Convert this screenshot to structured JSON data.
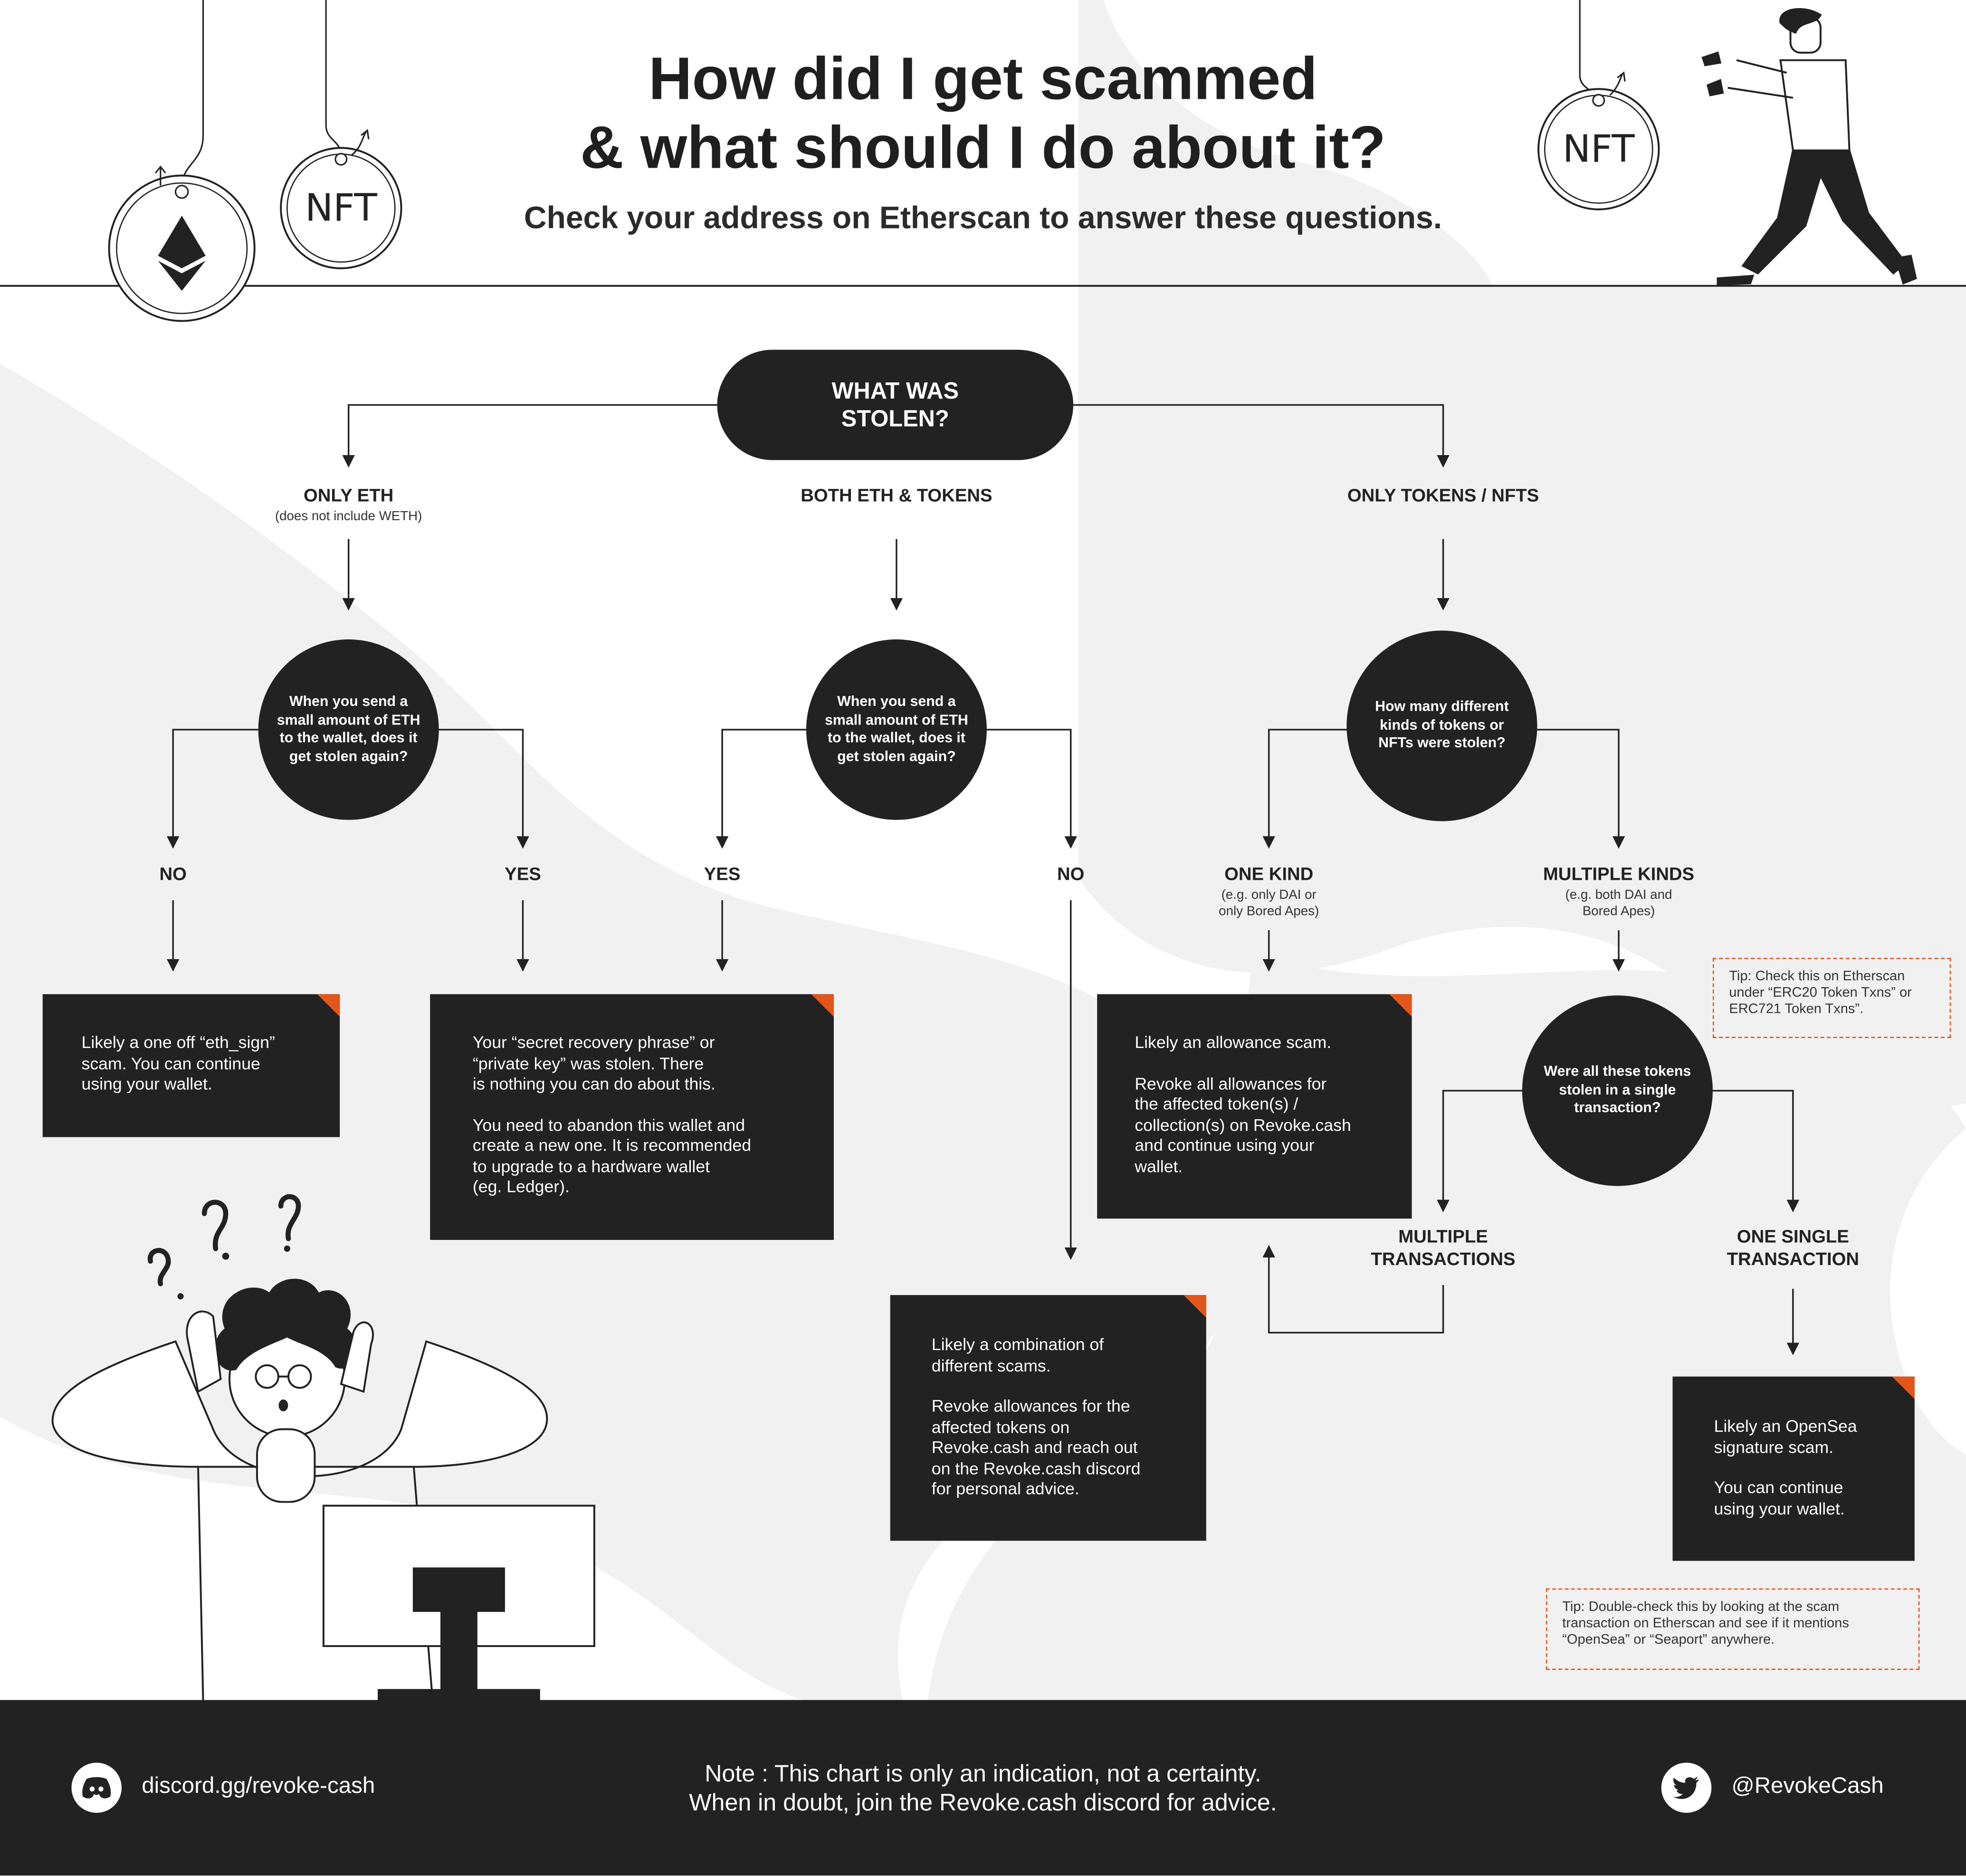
{
  "header": {
    "title_line1": "How did I get scammed",
    "title_line2": "& what should I do about it?",
    "subtitle": "Check your address on Etherscan to answer these questions."
  },
  "decor": {
    "nft_badge_left": "NFT",
    "nft_badge_right": "NFT"
  },
  "flow": {
    "root": "WHAT WAS STOLEN?",
    "branches": {
      "only_eth": {
        "label": "ONLY ETH",
        "sub": "(does not include WETH)"
      },
      "both": {
        "label": "BOTH ETH & TOKENS"
      },
      "only_tokens": {
        "label": "ONLY TOKENS / NFTS"
      }
    },
    "q_eth_send_1": "When you send a small amount of ETH to the wallet, does it get stolen again?",
    "q_eth_send_2": "When you send a small amount of ETH to the wallet, does it get stolen again?",
    "q_kinds": "How many different kinds of tokens or NFTs were stolen?",
    "q_single_tx": "Were all these tokens stolen in a single transaction?",
    "answers": {
      "no_1": "NO",
      "yes_1": "YES",
      "yes_2": "YES",
      "no_2": "NO",
      "one_kind": "ONE KIND",
      "one_kind_sub": "(e.g. only DAI or\nonly Bored Apes)",
      "multiple_kinds": "MULTIPLE KINDS",
      "multiple_kinds_sub": "(e.g. both DAI and\nBored Apes)",
      "multiple_tx": "MULTIPLE\nTRANSACTIONS",
      "one_single_tx": "ONE SINGLE\nTRANSACTION"
    },
    "results": {
      "eth_sign": "Likely a one off “eth_sign”\nscam. You can continue\nusing your wallet.",
      "seed_phrase_p1": "Your “secret recovery phrase” or\n“private key” was stolen. There\nis nothing you can do about this.",
      "seed_phrase_p2": "You need to abandon this wallet and\ncreate a new one. It is recommended\nto upgrade to a hardware wallet\n(eg. Ledger).",
      "combination_p1": "Likely a combination of\ndifferent scams.",
      "combination_p2": "Revoke allowances for the\naffected tokens on\nRevoke.cash and reach out\non the Revoke.cash discord\nfor personal advice.",
      "allowance_p1": "Likely an allowance scam.",
      "allowance_p2": "Revoke all allowances for\nthe affected token(s) /\ncollection(s) on Revoke.cash\nand continue using your\nwallet.",
      "opensea_p1": "Likely an OpenSea\nsignature scam.",
      "opensea_p2": "You can continue\nusing your wallet."
    },
    "tips": {
      "etherscan": "Tip: Check this on Etherscan\nunder “ERC20 Token Txns” or\nERC721 Token Txns”.",
      "double_check": "Tip: Double-check this by looking at the scam\ntransaction on Etherscan and see if it mentions\n“OpenSea” or “Seaport” anywhere."
    }
  },
  "footer": {
    "discord": "discord.gg/revoke-cash",
    "note_line1": "Note : This chart is only an indication, not a certainty.",
    "note_line2": "When in doubt, join the Revoke.cash discord for advice.",
    "twitter": "@RevokeCash"
  },
  "colors": {
    "dark": "#222222",
    "accent": "#e35619",
    "blob": "#f1f1f1"
  }
}
